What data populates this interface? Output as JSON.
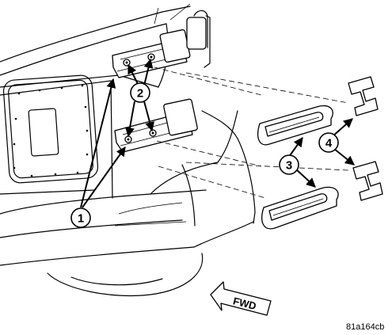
{
  "callouts": [
    {
      "id": "1",
      "label": "1"
    },
    {
      "id": "2",
      "label": "2"
    },
    {
      "id": "3",
      "label": "3"
    },
    {
      "id": "4",
      "label": "4"
    }
  ],
  "direction_label": "FWD",
  "figure_id": "81a164cb"
}
